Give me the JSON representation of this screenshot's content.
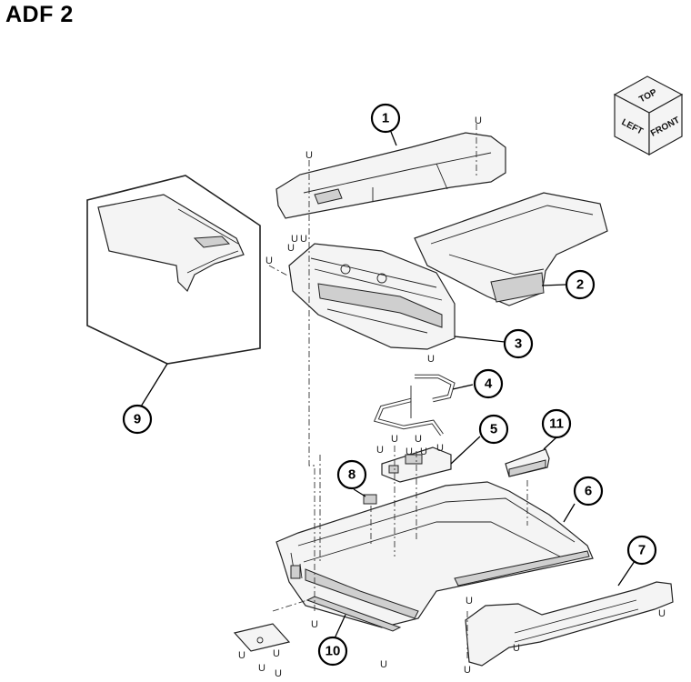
{
  "title": "ADF 2",
  "orientation_cube": {
    "top": "TOP",
    "left": "LEFT",
    "front": "FRONT"
  },
  "screw_mark": "U",
  "callouts": [
    {
      "id": "1",
      "label": "1"
    },
    {
      "id": "2",
      "label": "2"
    },
    {
      "id": "3",
      "label": "3"
    },
    {
      "id": "4",
      "label": "4"
    },
    {
      "id": "5",
      "label": "5"
    },
    {
      "id": "6",
      "label": "6"
    },
    {
      "id": "7",
      "label": "7"
    },
    {
      "id": "8",
      "label": "8"
    },
    {
      "id": "9",
      "label": "9"
    },
    {
      "id": "10",
      "label": "10"
    },
    {
      "id": "11",
      "label": "11"
    }
  ]
}
